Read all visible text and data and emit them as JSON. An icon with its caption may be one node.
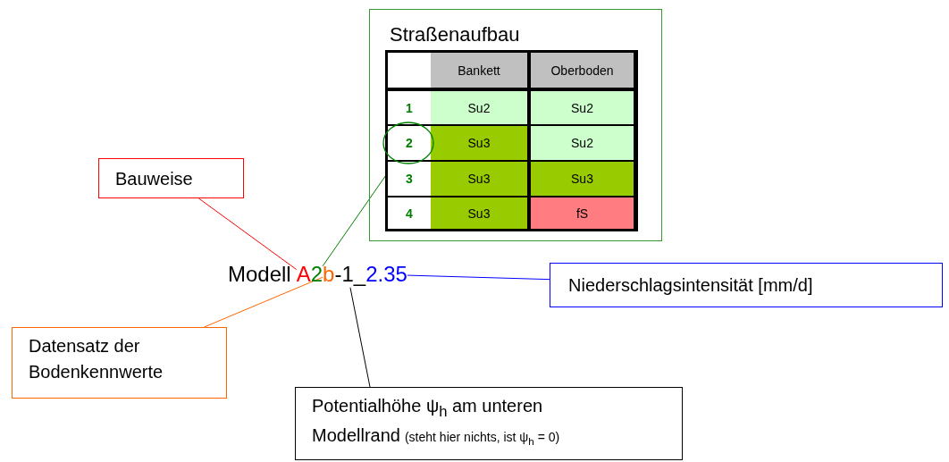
{
  "diagram": {
    "nodes": [
      {
        "text": [
          "Straßenaufbau"
        ]
      },
      {
        "text": [],
        "shape": "circle",
        "in": 0
      },
      {
        "text": [
          "Bauweise"
        ]
      },
      {
        "text": [
          "Datensatz der Bodenkennwerte"
        ]
      },
      {
        "text": [
          "Niederschlagsintensität [mm/d]"
        ]
      },
      {
        "text": [
          "Potentialhöhe ψ$_{h}$ am unteren Modellrand",
          "(steht hier nichts, ist ψ$_{h}$ = 0)"
        ]
      },
      {
        "text": [
          "A"
        ]
      },
      {
        "text": [
          "2"
        ]
      },
      {
        "text": [
          "b"
        ]
      },
      {
        "text": [
          "1"
        ]
      },
      {
        "text": [
          "2.35"
        ]
      }
    ],
    "edges": [
      {
        "from": 2,
        "to": 6,
        "arrow": "none",
        "color": "#ff0000"
      },
      {
        "from": 7,
        "to": 1,
        "arrow": "none",
        "color": "#008000"
      },
      {
        "from": 3,
        "to": 8,
        "arrow": "none",
        "color": "#ff6600"
      },
      {
        "from": 5,
        "to": 9,
        "arrow": "none",
        "color": "#000000"
      },
      {
        "from": 4,
        "to": 10,
        "arrow": "none",
        "color": "#0000ff"
      }
    ],
    "labels": [
      "Modell",
      "-",
      "_",
      "Bankett",
      "Oberboden",
      "1",
      "Su2",
      "Su2",
      "2",
      "Su3",
      "Su2",
      "3",
      "Su3",
      "Su3",
      "4",
      "Su3",
      "fS"
    ]
  }
}
